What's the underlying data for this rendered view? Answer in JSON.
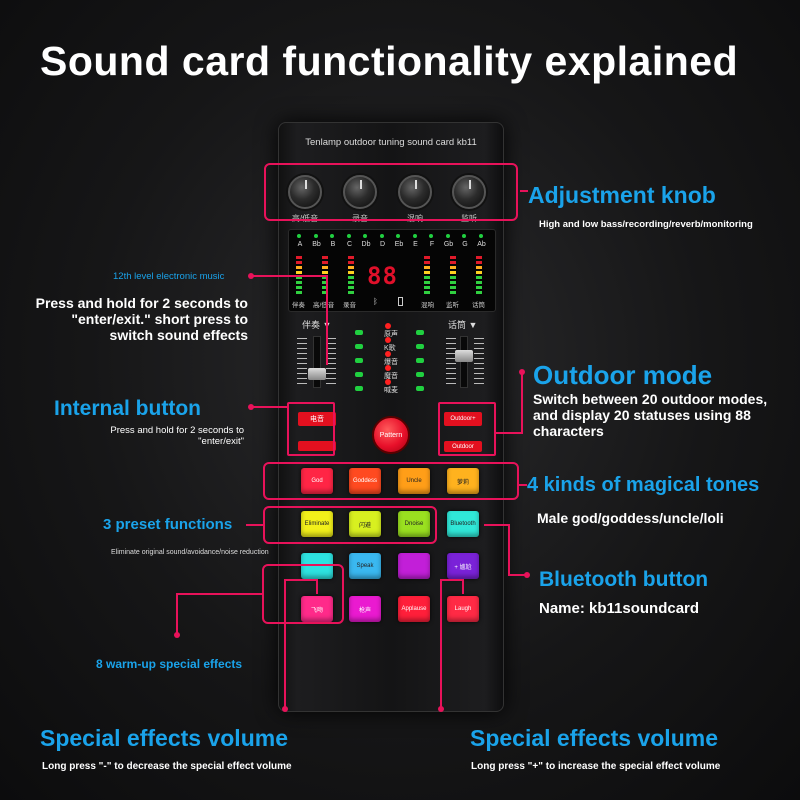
{
  "title": "Sound card functionality explained",
  "device": {
    "model": "Tenlamp outdoor tuning sound card kb11",
    "knobs": [
      "高/低音",
      "录音",
      "混响",
      "监听"
    ],
    "notes": [
      "A",
      "Bb",
      "B",
      "C",
      "Db",
      "D",
      "Eb",
      "E",
      "F",
      "Gb",
      "G",
      "Ab"
    ],
    "display_digits": "88",
    "display_labels": [
      "伴奏",
      "高/低音",
      "录音",
      "混响",
      "监听",
      "话筒"
    ],
    "slider_labels": [
      "伴奏 ▼",
      "话筒 ▼"
    ],
    "mode_labels": [
      "原声",
      "K歌",
      "爆音",
      "魔音",
      "喊麦"
    ],
    "internal_btn": "电音",
    "pattern_btn": "Pattern",
    "outdoor_labels": [
      "Outdoor+",
      "Outdoor"
    ],
    "tone_pads": [
      "God",
      "Goddess",
      "Uncle",
      "萝莉"
    ],
    "preset_pads": [
      "Eliminate",
      "闪避",
      "Dnoise"
    ],
    "bluetooth_pad": "Bluetooth",
    "effect_pads_row1": [
      "-",
      "Speak",
      "",
      "+ 尴尬"
    ],
    "effect_pads_row2": [
      "飞吻",
      "枪声",
      "Applause",
      "Laugh"
    ]
  },
  "annotations": {
    "adjustment_knob": {
      "title": "Adjustment knob",
      "desc": "High and low bass/recording/reverb/monitoring"
    },
    "electronic_music": {
      "title": "12th level electronic music",
      "desc": "Press and hold for 2 seconds to \"enter/exit.\" short press to switch sound effects"
    },
    "outdoor_mode": {
      "title": "Outdoor mode",
      "desc": "Switch between 20 outdoor modes, and display 20 statuses using 88 characters"
    },
    "internal_button": {
      "title": "Internal button",
      "desc": "Press and hold for 2 seconds to \"enter/exit\""
    },
    "magical_tones": {
      "title": "4 kinds of magical tones",
      "desc": "Male god/goddess/uncle/loli"
    },
    "preset_functions": {
      "title": "3 preset functions",
      "desc": "Eliminate original sound/avoidance/noise reduction"
    },
    "bluetooth_button": {
      "title": "Bluetooth button",
      "desc": "Name: kb11soundcard"
    },
    "warmup_effects": {
      "title": "8 warm-up special effects"
    },
    "volume_left": {
      "title": "Special effects volume",
      "desc": "Long press \"-\" to decrease the special effect volume"
    },
    "volume_right": {
      "title": "Special effects volume",
      "desc": "Long press \"+\" to increase the special effect volume"
    }
  },
  "colors": {
    "accent_blue": "#1aa3ea",
    "highlight_pink": "#e8125a",
    "pattern_red": "#e8102a"
  }
}
